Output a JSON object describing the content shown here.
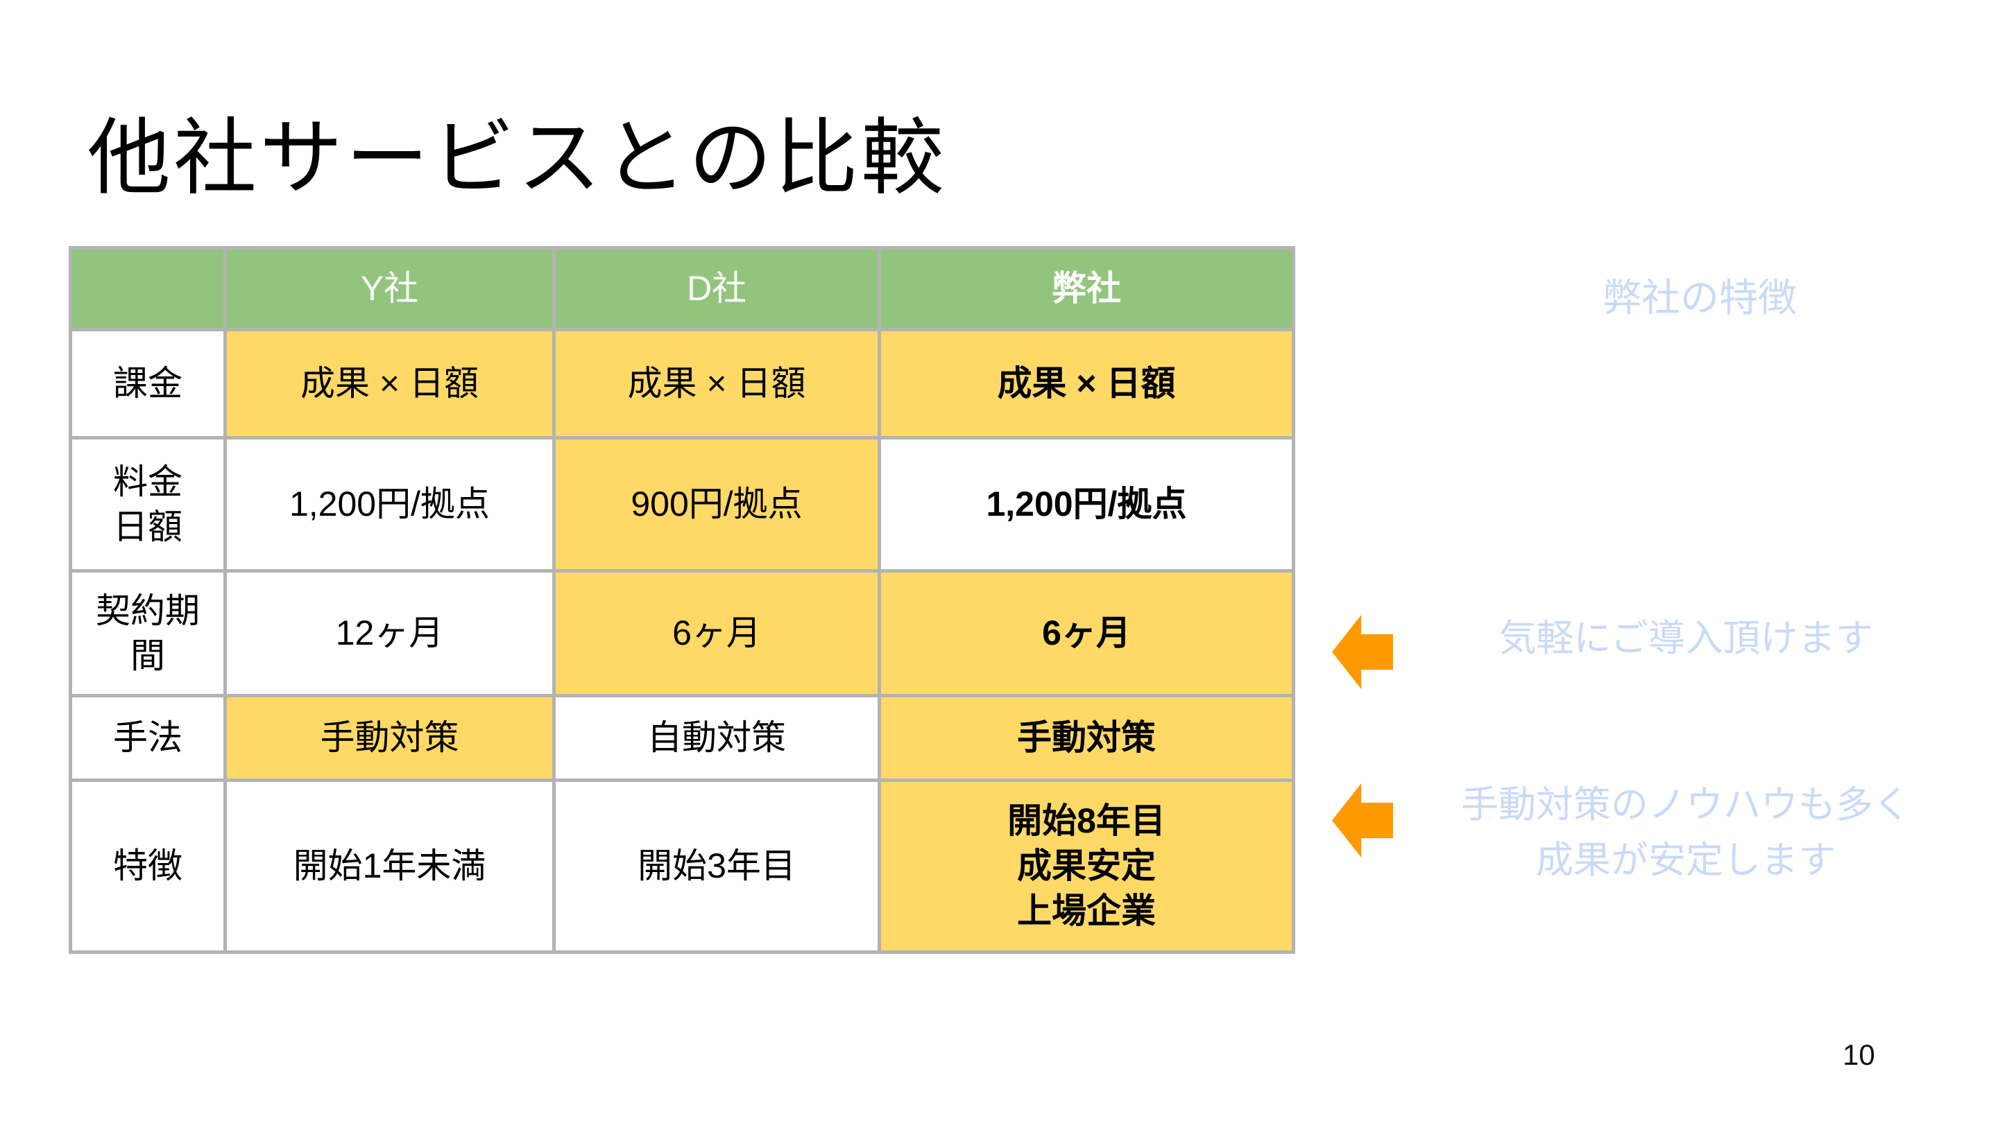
{
  "slide": {
    "title": "他社サービスとの比較",
    "page_number": "10"
  },
  "colors": {
    "header_green": "#93C47D",
    "highlight_yellow": "#FFD966",
    "border_gray": "#B3B3B3",
    "annotation_blue": "#C9DAF8",
    "arrow_orange": "#FF9900",
    "header_text": "#FFFFFF",
    "body_text": "#000000"
  },
  "table": {
    "columns": [
      {
        "label": "",
        "bold": false
      },
      {
        "label": "Y社",
        "bold": false
      },
      {
        "label": "D社",
        "bold": false
      },
      {
        "label": "弊社",
        "bold": true
      }
    ],
    "rows": [
      {
        "label": "課金",
        "cells": [
          {
            "text": "成果 × 日額",
            "highlight": true,
            "bold": false
          },
          {
            "text": "成果 × 日額",
            "highlight": true,
            "bold": false
          },
          {
            "text": "成果 × 日額",
            "highlight": true,
            "bold": true
          }
        ]
      },
      {
        "label": "料金\n日額",
        "cells": [
          {
            "text": "1,200円/拠点",
            "highlight": false,
            "bold": false
          },
          {
            "text": "900円/拠点",
            "highlight": true,
            "bold": false
          },
          {
            "text": "1,200円/拠点",
            "highlight": false,
            "bold": true
          }
        ]
      },
      {
        "label": "契約期\n間",
        "cells": [
          {
            "text": "12ヶ月",
            "highlight": false,
            "bold": false
          },
          {
            "text": "6ヶ月",
            "highlight": true,
            "bold": false
          },
          {
            "text": "6ヶ月",
            "highlight": true,
            "bold": true
          }
        ]
      },
      {
        "label": "手法",
        "cells": [
          {
            "text": "手動対策",
            "highlight": true,
            "bold": false
          },
          {
            "text": "自動対策",
            "highlight": false,
            "bold": false
          },
          {
            "text": "手動対策",
            "highlight": true,
            "bold": true
          }
        ]
      },
      {
        "label": "特徴",
        "cells": [
          {
            "text": "開始1年未満",
            "highlight": false,
            "bold": false
          },
          {
            "text": "開始3年目",
            "highlight": false,
            "bold": false
          },
          {
            "text": "開始8年目\n成果安定\n上場企業",
            "highlight": true,
            "bold": true
          }
        ]
      }
    ]
  },
  "annotations": {
    "heading": "弊社の特徴",
    "items": [
      {
        "icon": "left-arrow-icon",
        "text": "気軽にご導入頂けます"
      },
      {
        "icon": "left-arrow-icon",
        "text": "手動対策のノウハウも多く\n成果が安定します"
      }
    ]
  }
}
